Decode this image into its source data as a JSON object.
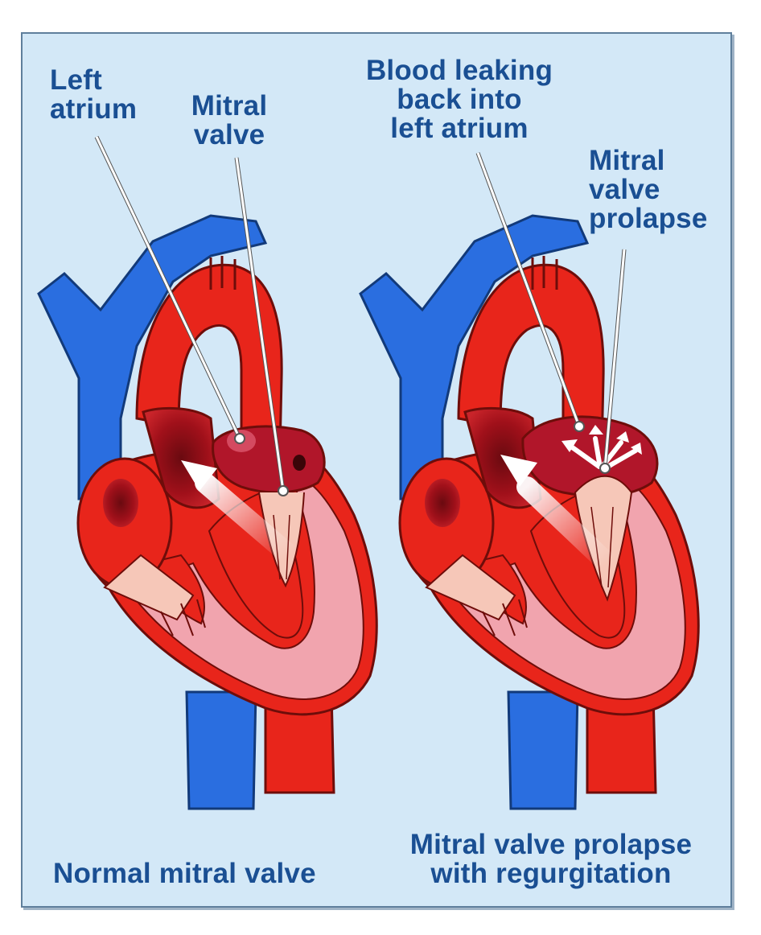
{
  "colors": {
    "background": "#d3e8f7",
    "label_text": "#1a4f93",
    "vein_blue": "#2a6ee0",
    "artery_red": "#e8251b",
    "muscle_pink": "#f1a4ae",
    "chamber_dark": "#a0101a"
  },
  "panels": [
    {
      "caption": "Normal mitral valve",
      "callouts": [
        {
          "text": "Left\natrium"
        },
        {
          "text": "Mitral\nvalve"
        }
      ]
    },
    {
      "caption": "Mitral valve prolapse\nwith regurgitation",
      "callouts": [
        {
          "text": "Blood leaking\nback into\nleft atrium"
        },
        {
          "text": "Mitral\nvalve\nprolapse"
        }
      ]
    }
  ]
}
